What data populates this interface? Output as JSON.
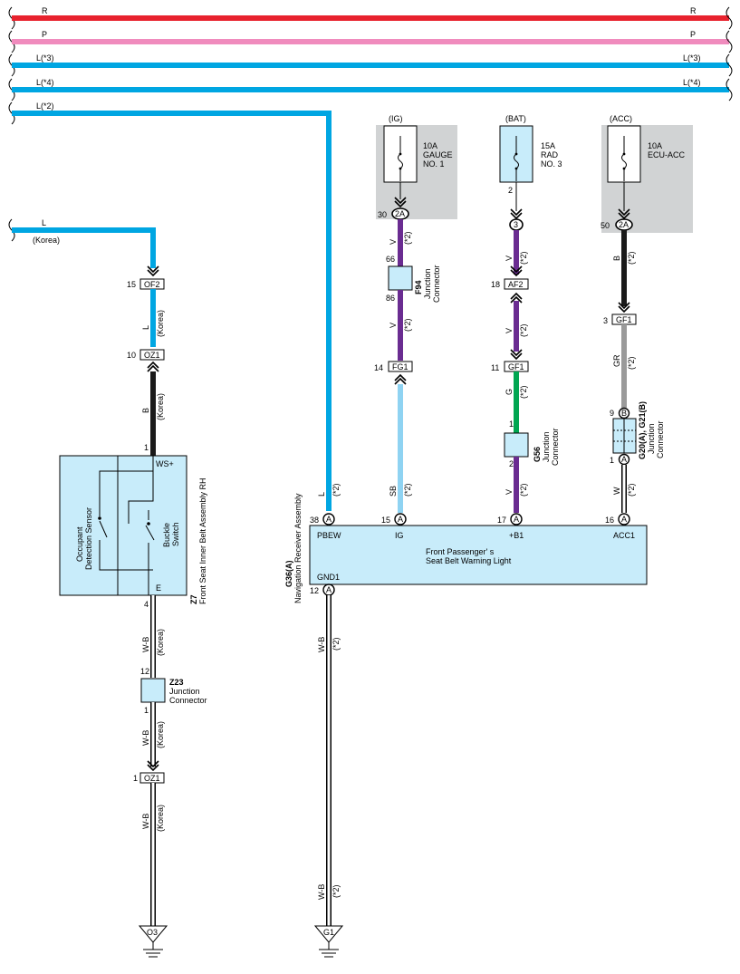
{
  "bus": {
    "r": {
      "label": "R",
      "color": "#e8222e"
    },
    "p": {
      "label": "P",
      "color": "#f08bbd"
    },
    "l3": {
      "label": "L(*3)",
      "color": "#00a6e2"
    },
    "l4": {
      "label": "L(*4)",
      "color": "#00a6e2"
    },
    "l2": {
      "label": "L(*2)",
      "color": "#00a6e2"
    }
  },
  "colors": {
    "blue": "#00a6e2",
    "violet": "#6a2c91",
    "light_blue": "#8fd3f2",
    "green": "#00a651",
    "gray": "#9a9a9a",
    "black": "#1a1a1a",
    "component_fill": "#c8ecfa",
    "fuse_bg": "#d1d3d4"
  },
  "fuses": {
    "ig": {
      "source": "(IG)",
      "line1": "10A",
      "line2": "GAUGE",
      "line3": "NO. 1",
      "pin_num": "30",
      "pin_id": "2A"
    },
    "bat": {
      "source": "(BAT)",
      "line1": "15A",
      "line2": "RAD",
      "line3": "NO. 3",
      "upper_pin": "2",
      "pin_id": "3"
    },
    "acc": {
      "source": "(ACC)",
      "line1": "10A",
      "line2": "ECU-ACC",
      "pin_num": "50",
      "pin_id": "2A"
    }
  },
  "left_wire": {
    "label": "L",
    "sublabel": "(Korea)",
    "conn_of2": {
      "pin": "15",
      "id": "OF2"
    },
    "seg1": {
      "color": "L",
      "note": "(Korea)"
    },
    "conn_oz1_top": {
      "pin": "10",
      "id": "OZ1"
    },
    "seg2": {
      "color": "B",
      "note": "(Korea)"
    },
    "z7_pin_top": "1"
  },
  "z7": {
    "code": "Z7",
    "name": "Front Seat Inner Belt Assembly RH",
    "ws_label": "WS+",
    "e_label": "E",
    "occupant1": "Occupant",
    "occupant2": "Detection Sensor",
    "buckle1": "Buckle",
    "buckle2": "Switch",
    "pin_bottom": "4"
  },
  "left_lower": {
    "seg1": {
      "color": "W-B",
      "note": "(Korea)"
    },
    "z23": {
      "code": "Z23",
      "line1": "Junction",
      "line2": "Connector",
      "pin_top": "12",
      "pin_bottom": "1"
    },
    "seg2": {
      "color": "W-B",
      "note": "(Korea)"
    },
    "conn_oz1": {
      "pin": "1",
      "id": "OZ1"
    },
    "seg3": {
      "color": "W-B",
      "note": "(Korea)"
    },
    "ground": "O3"
  },
  "ig_branch": {
    "seg1": {
      "color": "V",
      "note": "(*2)"
    },
    "f94": {
      "code": "F94",
      "line1": "Junction",
      "line2": "Connector",
      "pin_top": "66",
      "pin_bottom": "86"
    },
    "seg2": {
      "color": "V",
      "note": "(*2)"
    },
    "conn_fg1": {
      "pin": "14",
      "id": "FG1"
    },
    "seg3": {
      "color": "SB",
      "note": "(*2)"
    }
  },
  "bat_branch": {
    "seg1": {
      "color": "V",
      "note": "(*2)"
    },
    "conn_af2": {
      "pin": "18",
      "id": "AF2"
    },
    "conn_gf1": {
      "pin": "11",
      "id": "GF1"
    },
    "seg2": {
      "color": "G",
      "note": "(*2)"
    },
    "g56": {
      "code": "G56",
      "line1": "Junction",
      "line2": "Connector",
      "pin_top": "1",
      "pin_bottom": "2"
    },
    "seg3": {
      "color": "V",
      "note": "(*2)"
    }
  },
  "acc_branch": {
    "seg1": {
      "color": "B",
      "note": "(*2)"
    },
    "conn_gf1": {
      "pin": "3",
      "id": "GF1"
    },
    "seg2": {
      "color": "GR",
      "note": "(*2)"
    },
    "jc": {
      "code": "G20(A), G21(B)",
      "line1": "Junction",
      "line2": "Connector",
      "pin_top": "9",
      "pin_top_id": "B",
      "pin_bottom": "1",
      "pin_bottom_id": "A"
    },
    "seg3": {
      "color": "W",
      "note": "(*2)"
    }
  },
  "l2_drop": {
    "color": "L",
    "note": "(*2)"
  },
  "g36": {
    "code": "G36(A)",
    "name": "Navigation Receiver Assembly",
    "title1": "Front Passenger' s",
    "title2": "Seat Belt Warning Light",
    "pins": [
      {
        "num": "38",
        "id": "A",
        "label": "PBEW"
      },
      {
        "num": "15",
        "id": "A",
        "label": "IG"
      },
      {
        "num": "17",
        "id": "A",
        "label": "+B1"
      },
      {
        "num": "16",
        "id": "A",
        "label": "ACC1"
      }
    ],
    "gnd": {
      "num": "12",
      "id": "A",
      "label": "GND1"
    }
  },
  "gnd_wire": {
    "seg1": {
      "color": "W-B",
      "note": "(*2)"
    },
    "seg2": {
      "color": "W-B",
      "note": "(*2)"
    },
    "ground": "G1"
  }
}
